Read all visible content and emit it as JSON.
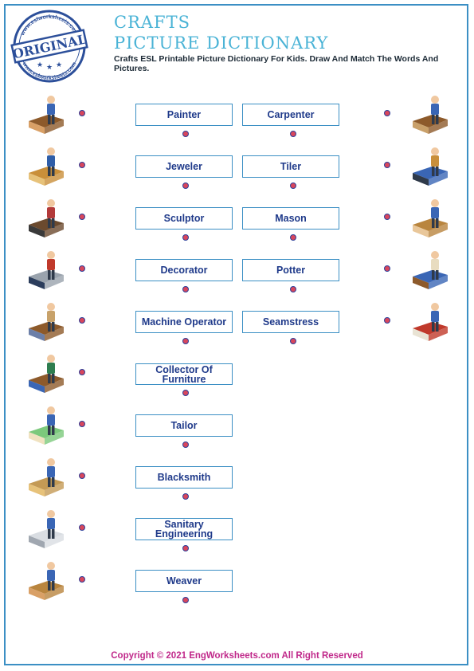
{
  "stamp": {
    "text": "ORIGINAL",
    "ring_text": "www.eslworksheets.com"
  },
  "header": {
    "title_line1": "CRAFTS",
    "title_line2": "PICTURE DICTIONARY",
    "subtitle": "Crafts ESL Printable Picture Dictionary For Kids. Draw And Match The Words And Pictures."
  },
  "left_words": [
    "Painter",
    "Jeweler",
    "Sculptor",
    "Decorator",
    "Machine Operator",
    "Collector Of Furniture",
    "Tailor",
    "Blacksmith",
    "Sanitary Engineering",
    "Weaver"
  ],
  "right_words": [
    "Carpenter",
    "Tiler",
    "Mason",
    "Potter",
    "Seamstress"
  ],
  "left_pictures": [
    "sewing-machine-worker-icon",
    "jewelry-workshop-icon",
    "blacksmith-anvil-icon",
    "tailor-mannequins-icon",
    "weaving-loom-icon",
    "desk-craftsman-icon",
    "wall-painter-icon",
    "shelf-carpenter-icon",
    "plumber-sink-icon",
    "wood-planing-icon"
  ],
  "right_pictures": [
    "potter-wheel-icon",
    "tiler-worker-icon",
    "sculptor-statue-icon",
    "floor-tiler-icon",
    "mason-table-saw-icon"
  ],
  "footer": "Copyright © 2021 EngWorksheets.com All Right Reserved",
  "colors": {
    "border": "#3b8fc4",
    "title": "#4ab3d6",
    "word": "#1f3a8a",
    "dot": "#d8465c",
    "footer": "#c0288a"
  }
}
